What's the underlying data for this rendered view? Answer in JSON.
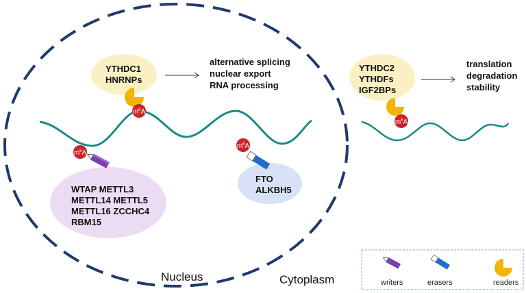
{
  "regions": {
    "nucleus": "Nucleus",
    "cytoplasm": "Cytoplasm"
  },
  "mark": {
    "base": "m",
    "sup": "6",
    "letter": "A"
  },
  "readers_nuclear": [
    "YTHDC1",
    "HNRNPs"
  ],
  "nuclear_functions": [
    "alternative splicing",
    "nuclear export",
    "RNA processing"
  ],
  "readers_cytoplasmic": [
    "YTHDC2",
    "YTHDFs",
    "IGF2BPs"
  ],
  "cytoplasmic_functions": [
    "translation",
    "degradation",
    "stability"
  ],
  "writers": [
    "WTAP METTL3",
    "METTL14 METTL5",
    "METTL16 ZCCHC4",
    "RBM15"
  ],
  "erasers": [
    "FTO",
    "ALKBH5"
  ],
  "legend": {
    "writers": "writers",
    "erasers": "erasers",
    "readers": "readers"
  },
  "colors": {
    "rna": "#1a8a84",
    "nucleus_border": "#1f3a6e",
    "m6a": "#cc2229",
    "reader_pac": "#f5b400",
    "reader_bubble": "#fbf0c4",
    "writer_bubble": "#ecdcf3",
    "writer_pen": "#7a3fb0",
    "eraser_bubble": "#d8e1f5",
    "eraser_pen": "#1f6fc8",
    "legend_border": "#8da0c8"
  }
}
